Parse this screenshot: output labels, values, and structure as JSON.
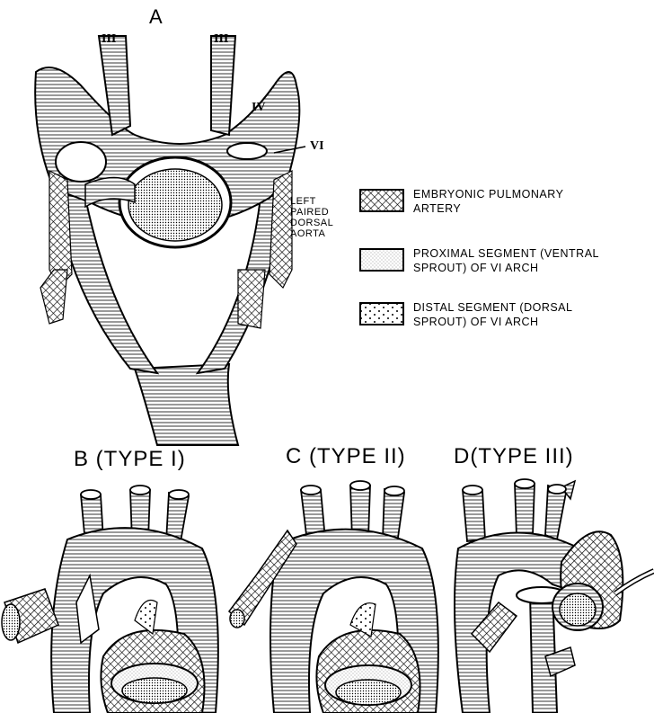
{
  "panel_a": {
    "letter": "A",
    "arch_labels": [
      "III",
      "III",
      "IV",
      "VI"
    ],
    "vessel_note": [
      "LEFT",
      "PAIRED",
      "DORSAL",
      "AORTA"
    ]
  },
  "legend": [
    {
      "line1": "EMBRYONIC PULMONARY",
      "line2": "ARTERY",
      "pattern": "crosshatch"
    },
    {
      "line1": "PROXIMAL SEGMENT (VENTRAL",
      "line2": "SPROUT) OF VI ARCH",
      "pattern": "stipple-fine"
    },
    {
      "line1": "DISTAL SEGMENT (DORSAL",
      "line2": "SPROUT) OF VI ARCH",
      "pattern": "dots"
    }
  ],
  "panels": [
    {
      "title": "B (TYPE I)"
    },
    {
      "title": "C (TYPE II)"
    },
    {
      "title": "D(TYPE III)"
    }
  ]
}
